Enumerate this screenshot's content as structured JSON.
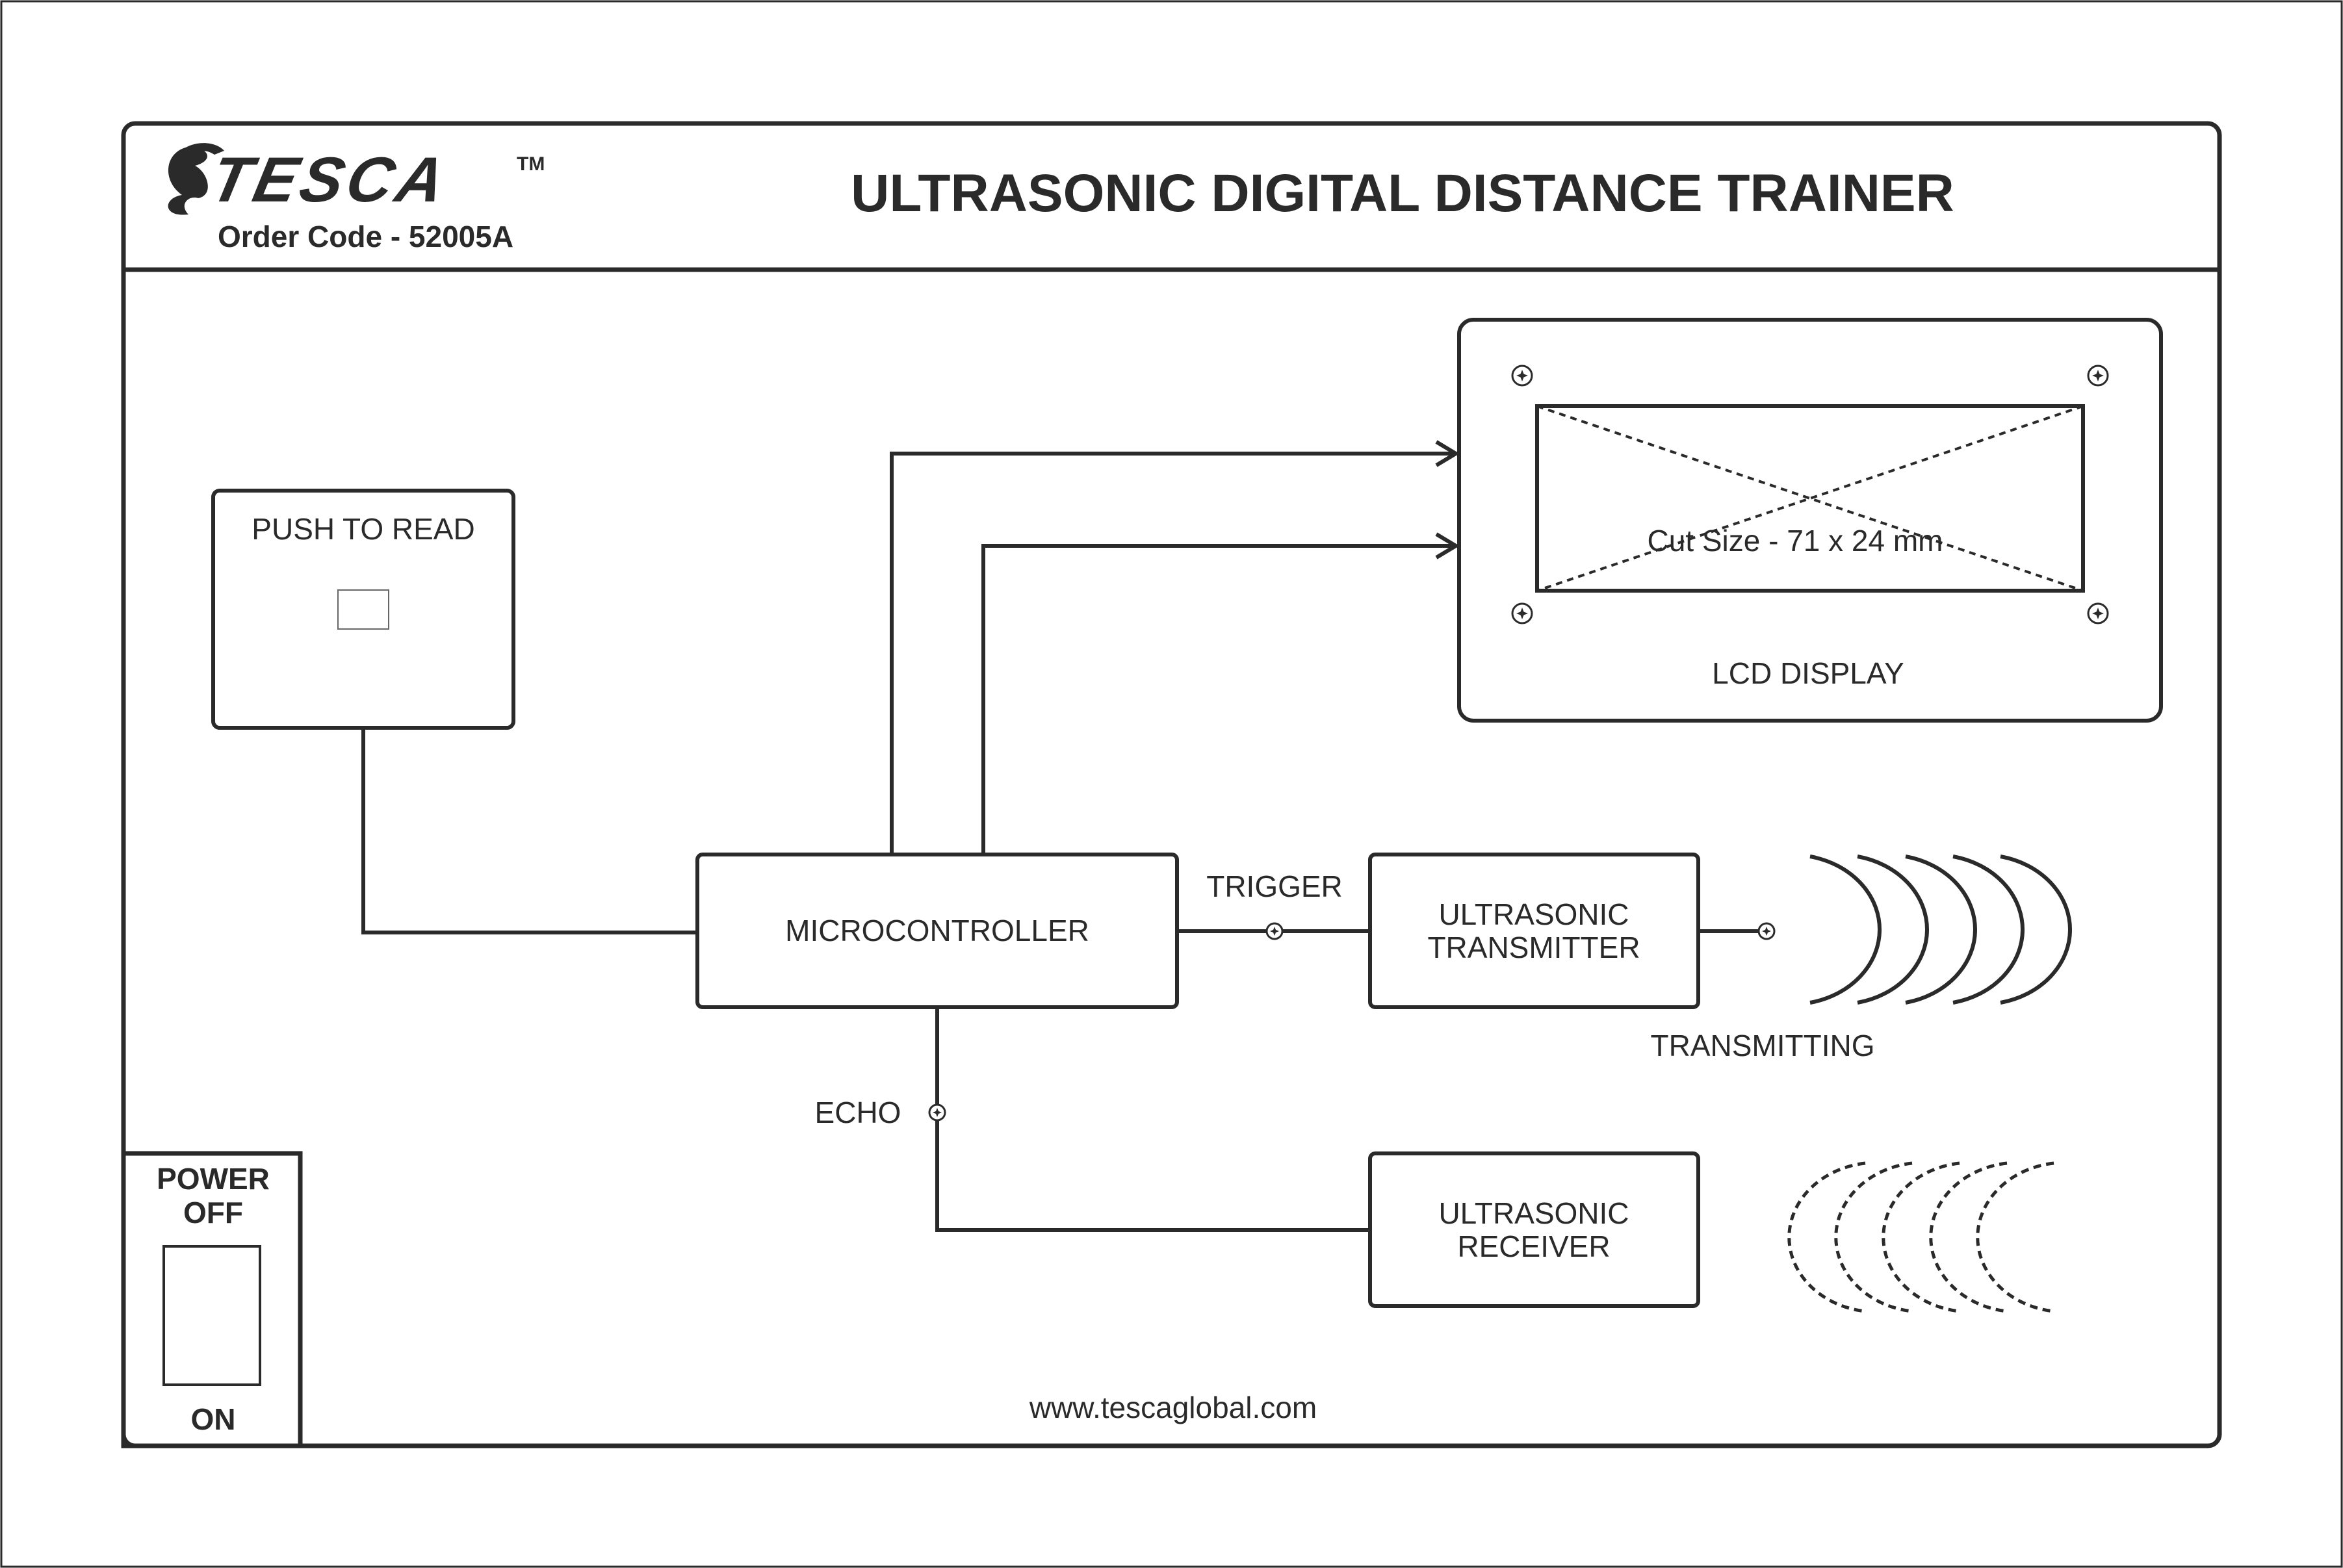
{
  "brand": {
    "name": "TESCA",
    "trademark": "TM",
    "order_code": "Order Code - 52005A"
  },
  "title": "ULTRASONIC DIGITAL DISTANCE TRAINER",
  "push_to_read": {
    "label": "PUSH TO READ"
  },
  "lcd": {
    "cut_size": "Cut Size - 71 x 24 mm",
    "label": "LCD DISPLAY"
  },
  "microcontroller": {
    "label": "MICROCONTROLLER"
  },
  "transmitter": {
    "line1": "ULTRASONIC",
    "line2": "TRANSMITTER"
  },
  "receiver": {
    "line1": "ULTRASONIC",
    "line2": "RECEIVER"
  },
  "signals": {
    "trigger": "TRIGGER",
    "echo": "ECHO",
    "transmitting": "TRANSMITTING"
  },
  "power_switch": {
    "off_line1": "POWER",
    "off_line2": "OFF",
    "on_label": "ON"
  },
  "website": "www.tescaglobal.com",
  "colors": {
    "ink": "#2a2a2a",
    "background": "#ffffff"
  }
}
